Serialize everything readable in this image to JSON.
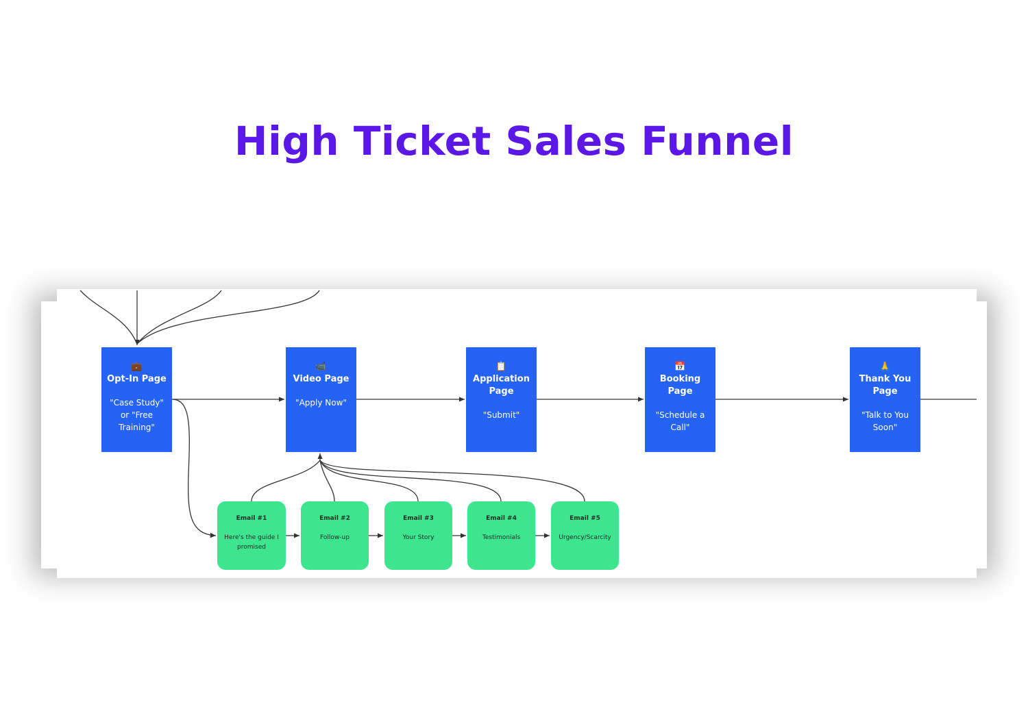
{
  "title": "High Ticket Sales Funnel",
  "colors": {
    "title": "#5b17e6",
    "page_node": "#2563f5",
    "email_node": "#3ee58f",
    "connector": "#333333"
  },
  "pages": [
    {
      "icon": "briefcase-icon",
      "glyph": "💼",
      "title": "Opt-In Page",
      "subtitle": "\"Case Study\" or \"Free Training\""
    },
    {
      "icon": "video-icon",
      "glyph": "📹",
      "title": "Video Page",
      "subtitle": "\"Apply Now\""
    },
    {
      "icon": "clipboard-icon",
      "glyph": "📋",
      "title": "Application Page",
      "subtitle": "\"Submit\""
    },
    {
      "icon": "calendar-icon",
      "glyph": "📅",
      "title": "Booking Page",
      "subtitle": "\"Schedule a Call\""
    },
    {
      "icon": "thank-you-icon",
      "glyph": "🙏",
      "title": "Thank You Page",
      "subtitle": "\"Talk to You Soon\""
    }
  ],
  "emails": [
    {
      "title": "Email #1",
      "subtitle": "Here's the guide I promised"
    },
    {
      "title": "Email #2",
      "subtitle": "Follow-up"
    },
    {
      "title": "Email #3",
      "subtitle": "Your Story"
    },
    {
      "title": "Email #4",
      "subtitle": "Testimonials"
    },
    {
      "title": "Email #5",
      "subtitle": "Urgency/Scarcity"
    }
  ]
}
